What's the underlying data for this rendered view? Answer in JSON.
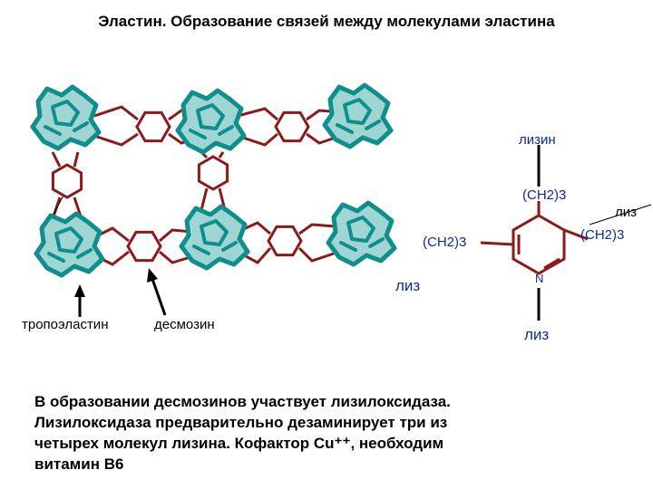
{
  "title": "Эластин. Образование связей между молекулами эластина",
  "labels": {
    "tropoelastin": "тропоэластин",
    "desmosine": "десмозин",
    "lysine_top": "лизин",
    "ch2_top": "(CH2)3",
    "liz_right": "лиз",
    "ch2_right": "(CH2)3",
    "ch2_left": "(CH2)3",
    "liz_left": "лиз",
    "nitrogen": "N",
    "liz_bottom": "лиз"
  },
  "caption": {
    "line1": "В образовании десмозинов участвует лизилоксидаза.",
    "line2": "Лизилоксидаза предварительно дезаминирует три из",
    "line3": "четырех молекул лизина. Кофактор Cu⁺⁺, необходим",
    "line4": "витамин B6"
  },
  "colors": {
    "globule_fill": "#9fd6d4",
    "globule_stroke": "#0f8f8c",
    "bond": "#8b1a1a",
    "formula": "#0c2a9e",
    "arrow": "#000000"
  }
}
